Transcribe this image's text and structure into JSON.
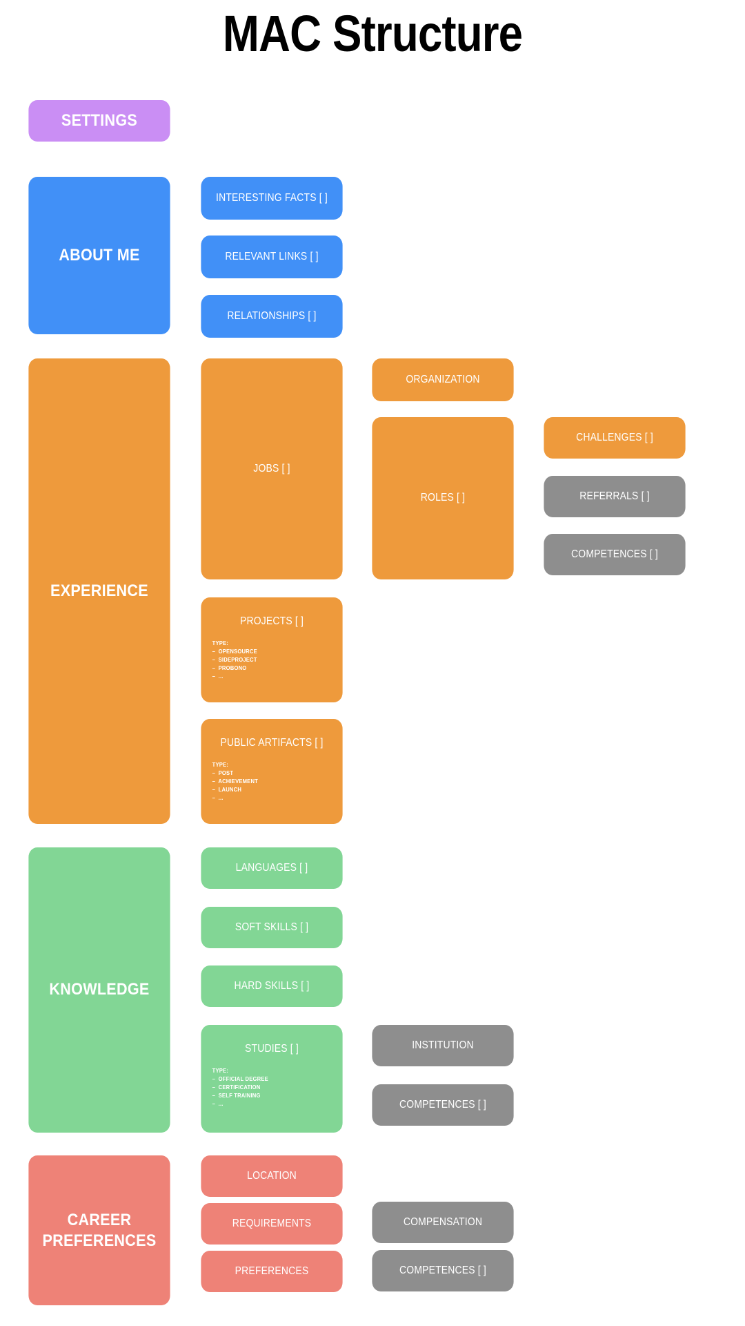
{
  "page": {
    "title": "MAC Structure",
    "background": "#ffffff"
  },
  "colors": {
    "purple": "#ca8ef4",
    "blue": "#4190f7",
    "orange": "#ee9a3c",
    "green": "#82d695",
    "red": "#ee8277",
    "grey": "#8e8e8e",
    "text": "#ffffff",
    "title": "#000000"
  },
  "settings": {
    "label": "SETTINGS",
    "color": "#ca8ef4"
  },
  "sections": [
    {
      "key": "about-me",
      "label": "ABOUT ME",
      "color": "#4190f7",
      "children": [
        {
          "key": "interesting-facts",
          "label": "INTERESTING FACTS [ ]",
          "color": "#4190f7"
        },
        {
          "key": "relevant-links",
          "label": "RELEVANT LINKS [ ]",
          "color": "#4190f7"
        },
        {
          "key": "relationships",
          "label": "RELATIONSHIPS [ ]",
          "color": "#4190f7"
        }
      ]
    },
    {
      "key": "experience",
      "label": "EXPERIENCE",
      "color": "#ee9a3c",
      "children": [
        {
          "key": "jobs",
          "label": "JOBS [ ]",
          "color": "#ee9a3c",
          "children": [
            {
              "key": "organization",
              "label": "ORGANIZATION",
              "color": "#ee9a3c"
            },
            {
              "key": "roles",
              "label": "ROLES [ ]",
              "color": "#ee9a3c",
              "children": [
                {
                  "key": "challenges",
                  "label": "CHALLENGES [ ]",
                  "color": "#ee9a3c"
                },
                {
                  "key": "referrals",
                  "label": "REFERRALS [ ]",
                  "color": "#8e8e8e"
                },
                {
                  "key": "competences-experience",
                  "label": "COMPETENCES [ ]",
                  "color": "#8e8e8e"
                }
              ]
            }
          ]
        },
        {
          "key": "projects",
          "label": "PROJECTS [ ]",
          "color": "#ee9a3c",
          "type_label": "TYPE:",
          "types": [
            "OPENSOURCE",
            "SIDEPROJECT",
            "PROBONO",
            "..."
          ]
        },
        {
          "key": "public-artifacts",
          "label": "PUBLIC ARTIFACTS [ ]",
          "color": "#ee9a3c",
          "type_label": "TYPE:",
          "types": [
            "POST",
            "ACHIEVEMENT",
            "LAUNCH",
            "..."
          ]
        }
      ]
    },
    {
      "key": "knowledge",
      "label": "KNOWLEDGE",
      "color": "#82d695",
      "children": [
        {
          "key": "languages",
          "label": "LANGUAGES [ ]",
          "color": "#82d695"
        },
        {
          "key": "soft-skills",
          "label": "SOFT SKILLS [ ]",
          "color": "#82d695"
        },
        {
          "key": "hard-skills",
          "label": "HARD SKILLS [ ]",
          "color": "#82d695"
        },
        {
          "key": "studies",
          "label": "STUDIES [ ]",
          "color": "#82d695",
          "type_label": "TYPE:",
          "types": [
            "OFFICIAL DEGREE",
            "CERTIFICATION",
            "SELF TRAINING",
            "..."
          ],
          "children": [
            {
              "key": "institution",
              "label": "INSTITUTION",
              "color": "#8e8e8e"
            },
            {
              "key": "competences-knowledge",
              "label": "COMPETENCES [ ]",
              "color": "#8e8e8e"
            }
          ]
        }
      ]
    },
    {
      "key": "career-preferences",
      "label": "CAREER PREFERENCES",
      "label_line1": "CAREER",
      "label_line2": "PREFERENCES",
      "color": "#ee8277",
      "children": [
        {
          "key": "location",
          "label": "LOCATION",
          "color": "#ee8277"
        },
        {
          "key": "requirements",
          "label": "REQUIREMENTS",
          "color": "#ee8277",
          "children": [
            {
              "key": "compensation",
              "label": "COMPENSATION",
              "color": "#8e8e8e"
            }
          ]
        },
        {
          "key": "preferences",
          "label": "PREFERENCES",
          "color": "#ee8277",
          "children": [
            {
              "key": "competences-career",
              "label": "COMPETENCES [ ]",
              "color": "#8e8e8e"
            }
          ]
        }
      ]
    }
  ],
  "bullet": "–"
}
